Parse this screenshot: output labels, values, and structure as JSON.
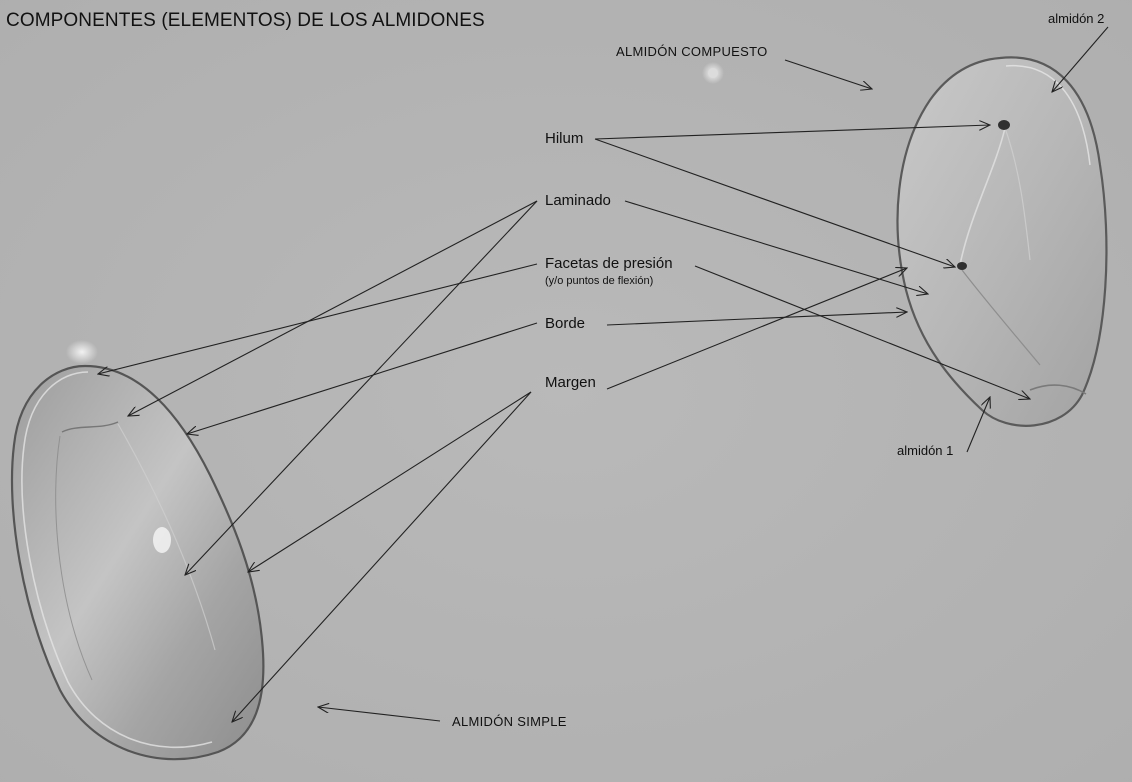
{
  "title": "COMPONENTES (ELEMENTOS) DE LOS ALMIDONES",
  "compound_label": "ALMIDÓN COMPUESTO",
  "simple_label": "ALMIDÓN SIMPLE",
  "grain_labels": {
    "grain2": "almidón 2",
    "grain1": "almidón 1"
  },
  "components": [
    {
      "label": "Hilum"
    },
    {
      "label": "Laminado"
    },
    {
      "label": "Facetas de presión",
      "note": "(y/o puntos de flexión)"
    },
    {
      "label": "Borde"
    },
    {
      "label": "Margen"
    }
  ],
  "colors": {
    "background": "#b4b4b4",
    "text": "#111111",
    "arrow": "#222222"
  }
}
